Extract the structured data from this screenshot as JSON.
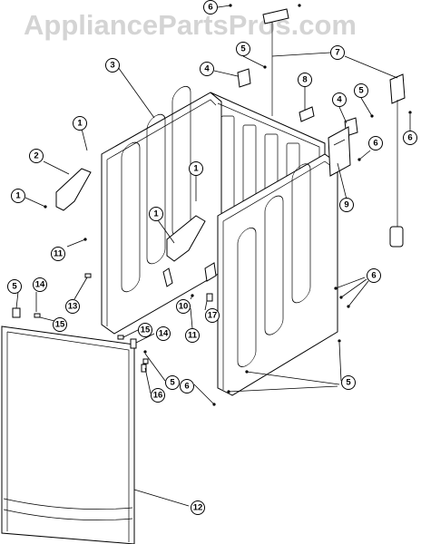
{
  "watermark": "AppliancePartsPros.com",
  "callouts": [
    {
      "id": "c6a",
      "label": "6"
    },
    {
      "id": "c5a",
      "label": "5"
    },
    {
      "id": "c3",
      "label": "3"
    },
    {
      "id": "c4a",
      "label": "4"
    },
    {
      "id": "c7",
      "label": "7"
    },
    {
      "id": "c8",
      "label": "8"
    },
    {
      "id": "c4b",
      "label": "4"
    },
    {
      "id": "c5b",
      "label": "5"
    },
    {
      "id": "c6b",
      "label": "6"
    },
    {
      "id": "c6c",
      "label": "6"
    },
    {
      "id": "c1a",
      "label": "1"
    },
    {
      "id": "c2",
      "label": "2"
    },
    {
      "id": "c1b",
      "label": "1"
    },
    {
      "id": "c1c",
      "label": "1"
    },
    {
      "id": "c1d",
      "label": "1"
    },
    {
      "id": "c9",
      "label": "9"
    },
    {
      "id": "c11a",
      "label": "11"
    },
    {
      "id": "c6d",
      "label": "6"
    },
    {
      "id": "c5c",
      "label": "5"
    },
    {
      "id": "c14a",
      "label": "14"
    },
    {
      "id": "c13",
      "label": "13"
    },
    {
      "id": "c10",
      "label": "10"
    },
    {
      "id": "c15a",
      "label": "15"
    },
    {
      "id": "c17",
      "label": "17"
    },
    {
      "id": "c11b",
      "label": "11"
    },
    {
      "id": "c15b",
      "label": "15"
    },
    {
      "id": "c14b",
      "label": "14"
    },
    {
      "id": "c5d",
      "label": "5"
    },
    {
      "id": "c5e",
      "label": "5"
    },
    {
      "id": "c6e",
      "label": "6"
    },
    {
      "id": "c16",
      "label": "16"
    },
    {
      "id": "c12",
      "label": "12"
    }
  ]
}
